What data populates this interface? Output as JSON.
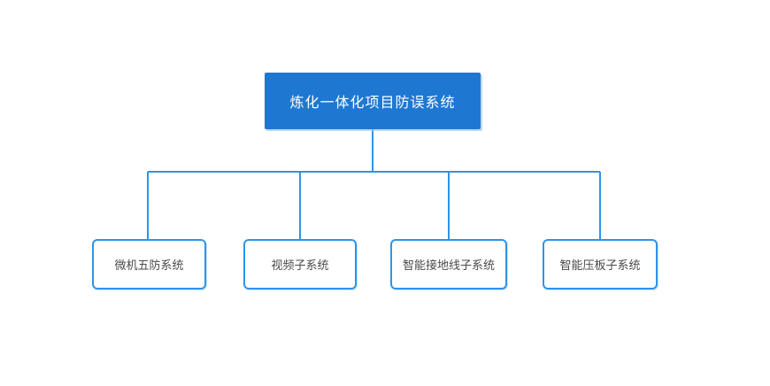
{
  "diagram": {
    "type": "org-chart",
    "root": {
      "label": "炼化一体化项目防误系统"
    },
    "children": [
      {
        "label": "微机五防系统"
      },
      {
        "label": "视频子系统"
      },
      {
        "label": "智能接地线子系统"
      },
      {
        "label": "智能压板子系统"
      }
    ],
    "colors": {
      "root_fill": "#1E78D2",
      "root_text": "#FFFFFF",
      "connector": "#2E94E8",
      "child_border": "#2E94E8",
      "child_text": "#4A4A4A",
      "background": "#FFFFFF"
    }
  }
}
